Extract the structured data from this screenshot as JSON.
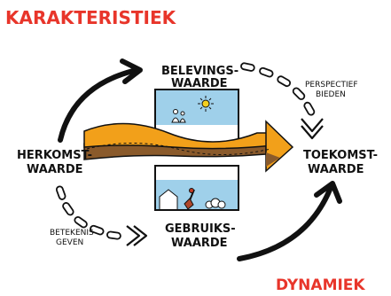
{
  "title": "KARAKTERISTIEK",
  "footer": "DYNAMIEK",
  "nodes": {
    "beleving": {
      "line1": "BELEVINGS-",
      "line2": "WAARDE"
    },
    "herkomst": {
      "line1": "HERKOMST-",
      "line2": "WAARDE"
    },
    "toekomst": {
      "line1": "TOEKOMST-",
      "line2": "WAARDE"
    },
    "gebruik": {
      "line1": "GEBRUIKS-",
      "line2": "WAARDE"
    }
  },
  "annotations": {
    "perspectief": {
      "line1": "PERSPECTIEF",
      "line2": "BIEDEN"
    },
    "betekenis": {
      "line1": "BETEKENIS",
      "line2": "GEVEN"
    }
  },
  "colors": {
    "title_red": "#e8352a",
    "sky_blue": "#9fd0ea",
    "band_orange": "#f2a01a",
    "band_brown": "#8a5a2b",
    "ink": "#111111"
  },
  "icons": [
    "sun-icon",
    "person-icon",
    "house-icon",
    "shovel-icon",
    "cloud-icon"
  ]
}
